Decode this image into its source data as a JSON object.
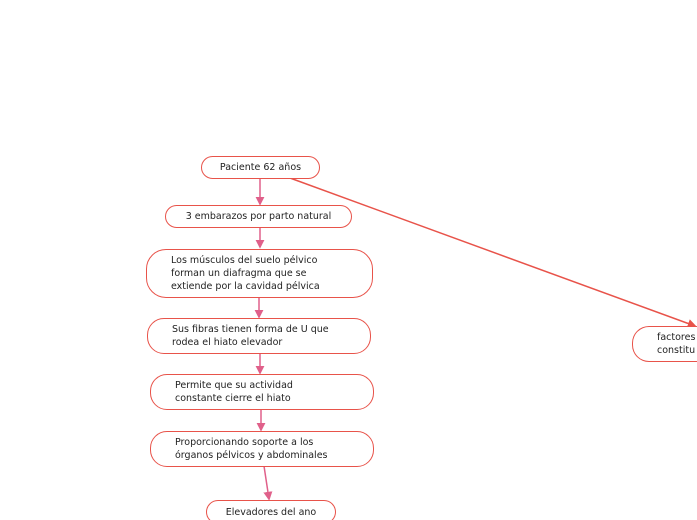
{
  "diagram": {
    "colors": {
      "border": "#e8534a",
      "arrow_down": "#e0608a",
      "arrow_diag": "#e8534a",
      "text": "#222222"
    },
    "nodes": [
      {
        "id": "paciente",
        "label": "Paciente 62 años"
      },
      {
        "id": "embarazos",
        "label": "3 embarazos por parto natural"
      },
      {
        "id": "musculos",
        "label": "Los músculos del suelo pélvico\nforman un diafragma que se\nextiende por la cavidad pélvica"
      },
      {
        "id": "fibras",
        "label": "Sus fibras tienen forma de U que\nrodea el hiato elevador"
      },
      {
        "id": "permite",
        "label": "Permite que su actividad\nconstante cierre el hiato"
      },
      {
        "id": "proporcionando",
        "label": "Proporcionando soporte a los\nórganos pélvicos y abdominales"
      },
      {
        "id": "elevadores",
        "label": "Elevadores del ano"
      },
      {
        "id": "factores",
        "label": "factores\nconstitu"
      }
    ]
  }
}
